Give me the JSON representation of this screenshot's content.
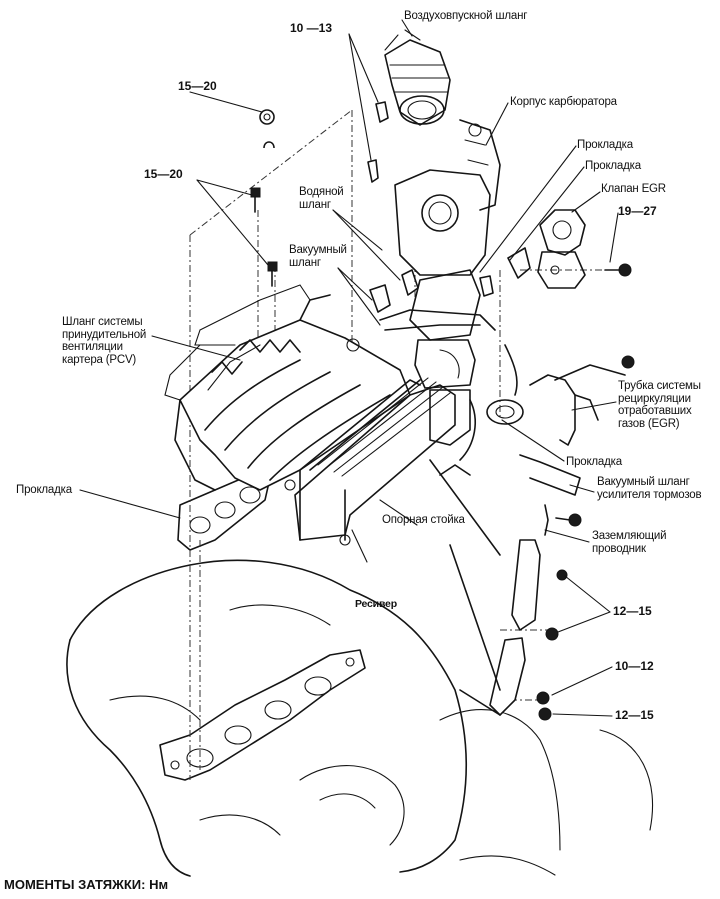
{
  "labels": {
    "air_hose": "Воздуховпускной шланг",
    "torque_10_13": "10 —13",
    "carb_body": "Корпус карбюратора",
    "gasket_top_1": "Прокладка",
    "gasket_top_2": "Прокладка",
    "egr_valve": "Клапан EGR",
    "torque_19_27": "19—27",
    "torque_15_20_a": "15—20",
    "torque_15_20_b": "15—20",
    "water_hose": "Водяной\nшланг",
    "vacuum_hose": "Вакуумный\nшланг",
    "pcv_hose": "Шланг системы\nпринудительной\nвентиляции\nкартера (PCV)",
    "egr_pipe": "Трубка системы\nрециркуляции\nотработавших\nгазов (EGR)",
    "gasket_mid": "Прокладка",
    "brake_vacuum_hose": "Вакуумный шланг\nусилителя тормозов",
    "gasket_left": "Прокладка",
    "support_strut": "Опорная стойка",
    "ground_wire": "Заземляющий\nпроводник",
    "torque_12_15_a": "12—15",
    "receiver": "Ресивер",
    "torque_10_12": "10—12",
    "torque_12_15_b": "12—15"
  },
  "footer": "МОМЕНТЫ ЗАТЯЖКИ: Нм"
}
